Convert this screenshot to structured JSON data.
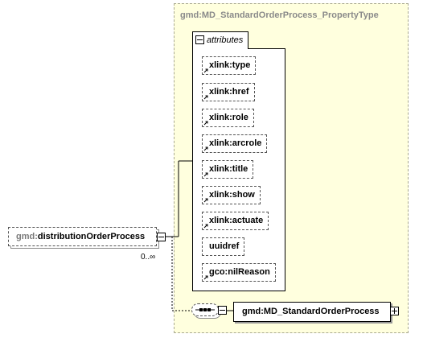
{
  "type_box": {
    "title": "gmd:MD_StandardOrderProcess_PropertyType"
  },
  "attributes": {
    "label": "attributes",
    "items": [
      {
        "ns": "",
        "name": "xlink:type"
      },
      {
        "ns": "",
        "name": "xlink:href"
      },
      {
        "ns": "",
        "name": "xlink:role"
      },
      {
        "ns": "",
        "name": "xlink:arcrole"
      },
      {
        "ns": "",
        "name": "xlink:title"
      },
      {
        "ns": "",
        "name": "xlink:show"
      },
      {
        "ns": "",
        "name": "xlink:actuate"
      },
      {
        "ns": "",
        "name": "uuidref"
      },
      {
        "ns": "",
        "name": "gco:nilReason"
      }
    ]
  },
  "element": {
    "ns": "gmd:",
    "name": "distributionOrderProcess",
    "occurrence": "0..∞"
  },
  "child_element": {
    "name": "gmd:MD_StandardOrderProcess"
  },
  "icons": {
    "collapse": "minus-box-icon",
    "expand": "plus-box-icon",
    "reference": "reference-arrow-icon",
    "sequence": "sequence-compositor-icon"
  }
}
